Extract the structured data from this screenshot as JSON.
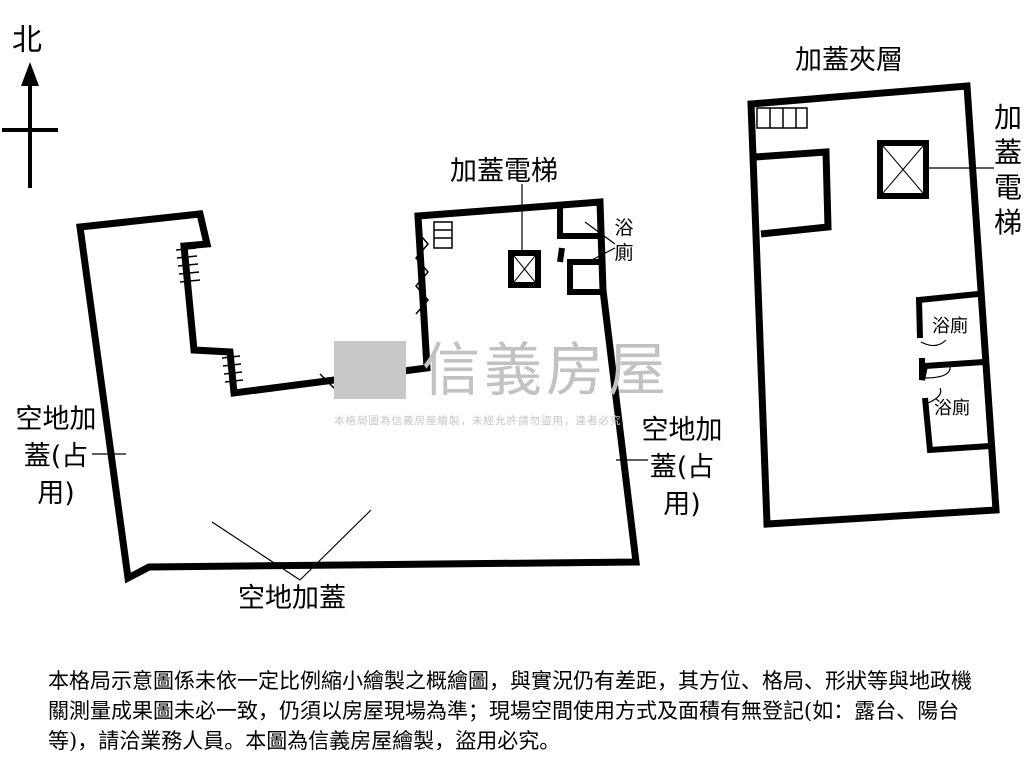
{
  "compass": {
    "north_label": "北"
  },
  "labels": {
    "elevator_top": "加蓋電梯",
    "bath_top": "浴廁",
    "left_empty_land": "空地加蓋(占用)",
    "right_empty_land": "空地加蓋(占用)",
    "bottom_empty_land": "空地加蓋",
    "mezzanine_title": "加蓋夾層",
    "mezz_elevator": "加蓋電梯",
    "mezz_bath_1": "浴廁",
    "mezz_bath_2": "浴廁"
  },
  "watermark": {
    "brand": "信義房屋",
    "subtext": "本格局圖為信義房屋繪製，未經允許請勿盜用，違者必究"
  },
  "disclaimer": "本格局示意圖係未依一定比例縮小繪製之概繪圖，與實況仍有差距，其方位、格局、形狀等與地政機關測量成果圖未必一致，仍須以房屋現場為準；現場空間使用方式及面積有無登記(如：露台、陽台等)，請洽業務人員。本圖為信義房屋繪製，盜用必究。"
}
